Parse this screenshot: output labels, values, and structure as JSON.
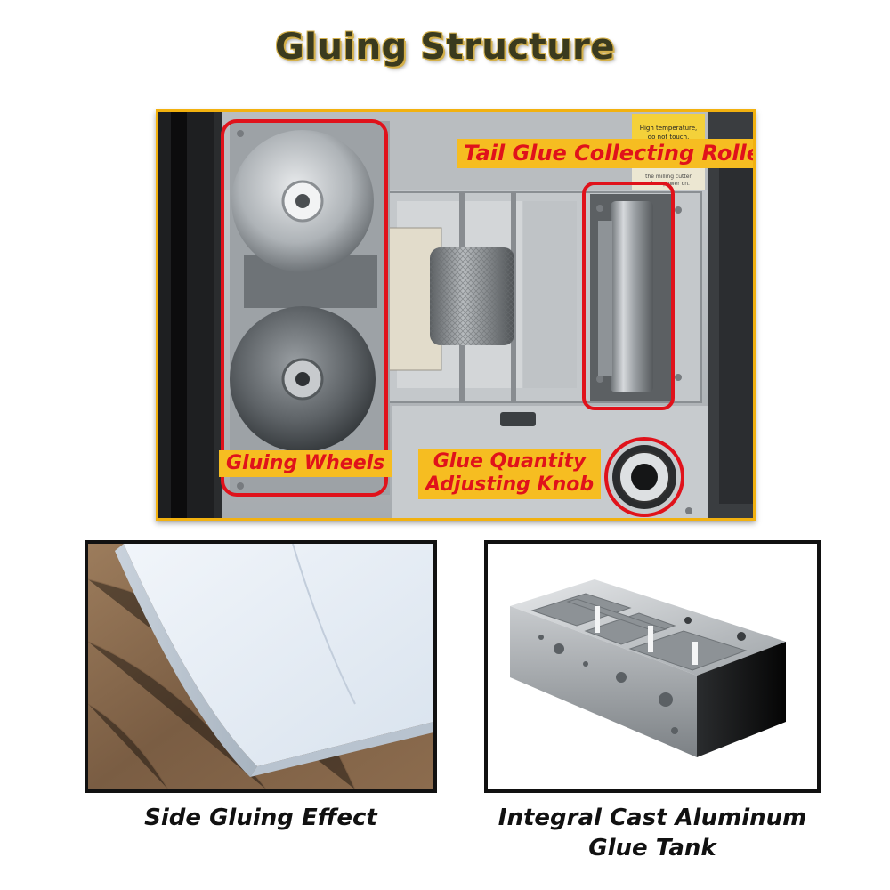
{
  "title": "Gluing Structure",
  "main_image": {
    "labels": {
      "tail_roller": "Tail Glue Collecting Roller",
      "gluing_wheels": "Gluing Wheels",
      "knob_line1": "Glue Quantity",
      "knob_line2": "Adjusting Knob"
    },
    "warning_text_1": "High temperature,",
    "warning_text_2": "do not touch.",
    "warning_text_3": "the milling cutter",
    "warning_text_4": "when power on.",
    "highlight_color": "#e0121b",
    "label_bg": "#f6bd21"
  },
  "side_image": {
    "caption": "Side Gluing Effect"
  },
  "tank_image": {
    "caption_line1": "Integral Cast Aluminum",
    "caption_line2": "Glue Tank"
  }
}
